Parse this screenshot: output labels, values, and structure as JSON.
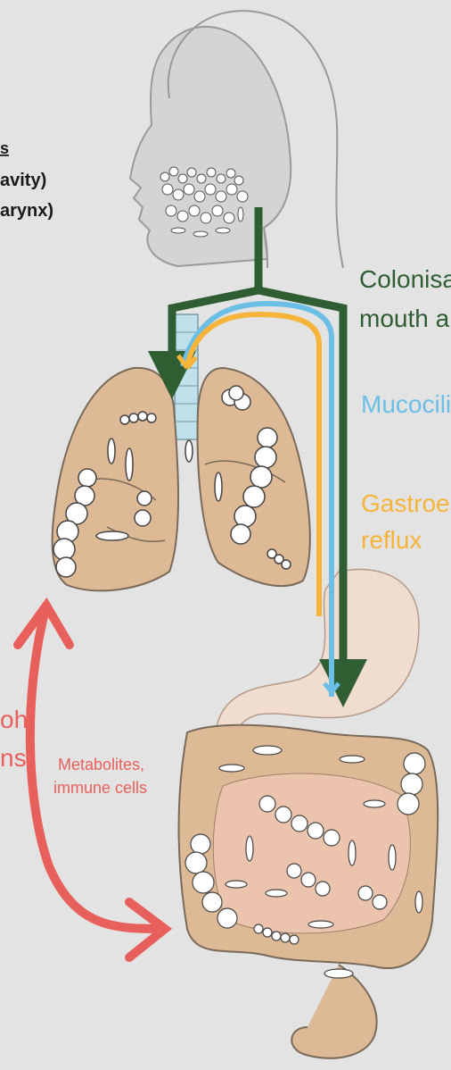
{
  "colors": {
    "background": "#e3e3e3",
    "organ_fill": "#ddb995",
    "organ_stroke": "#7a6a5a",
    "head_stroke": "#9a9a9a",
    "colonisation_green": "#2f5e33",
    "mucociliary_blue": "#6bbfe6",
    "reflux_orange": "#f6b43a",
    "axis_red": "#e8605b",
    "stomach_fill": "#f0ddd0",
    "trachea_blue": "#bfe1ec"
  },
  "labels": {
    "oral_title_fragment": "s",
    "oral_line1_fragment": "avity)",
    "oral_line2_fragment": "arynx)",
    "colonisation_line1": "Colonisa",
    "colonisation_line2": "mouth a",
    "mucociliary": "Mucocili",
    "reflux_line1": "Gastroes",
    "reflux_line2": "reflux",
    "axis_fragment_1": "oh",
    "axis_fragment_2": "ns",
    "metabolites_line1": "Metabolites,",
    "metabolites_line2": "immune cells"
  },
  "icons": [
    "head-silhouette",
    "oral-microbiota",
    "lungs",
    "trachea",
    "stomach",
    "intestine",
    "bacteria-cluster",
    "arrow"
  ]
}
